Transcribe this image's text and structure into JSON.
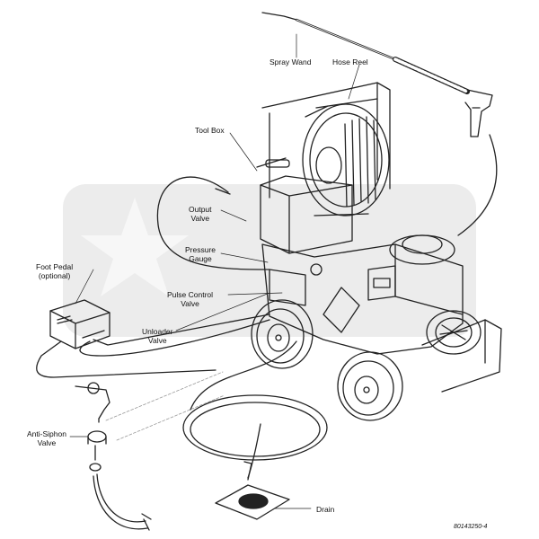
{
  "labels": {
    "spray_wand": "Spray Wand",
    "hose_reel": "Hose Reel",
    "tool_box": "Tool Box",
    "output_valve": [
      "Output",
      "Valve"
    ],
    "pressure_gauge": [
      "Pressure",
      "Gauge"
    ],
    "pulse_control_valve": [
      "Pulse Control",
      "Valve"
    ],
    "unloader_valve": [
      "Unloader",
      "Valve"
    ],
    "foot_pedal": [
      "Foot Pedal",
      "(optional)"
    ],
    "anti_siphon_valve": [
      "Anti-Siphon",
      "Valve"
    ],
    "drain": "Drain"
  },
  "part_number": "80143250-4",
  "colors": {
    "line": "#222222",
    "watermark": "#ececec"
  }
}
